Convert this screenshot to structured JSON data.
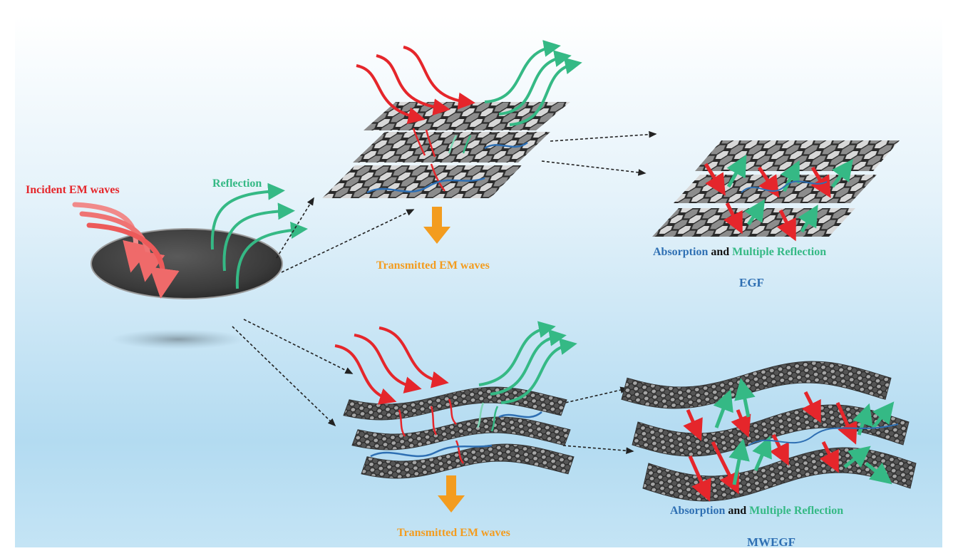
{
  "labels": {
    "incident": "Incident EM waves",
    "reflection": "Reflection",
    "transmitted_top": "Transmitted EM waves",
    "transmitted_bottom": "Transmitted EM waves",
    "egf_caption": {
      "absorption": "Absorption",
      "and": "and",
      "multiple_reflection": "Multiple Reflection"
    },
    "egf_name": "EGF",
    "mwegf_caption": {
      "absorption": "Absorption",
      "and": "and",
      "multiple_reflection": "Multiple Reflection"
    },
    "mwegf_name": "MWEGF"
  },
  "colors": {
    "incident_red": "#e5262b",
    "reflection_green": "#35b985",
    "absorption_blue": "#2e6fb3",
    "transmitted_orange": "#f39c1f",
    "background_top": "#ffffff",
    "background_bottom": "#b5dcf1"
  }
}
